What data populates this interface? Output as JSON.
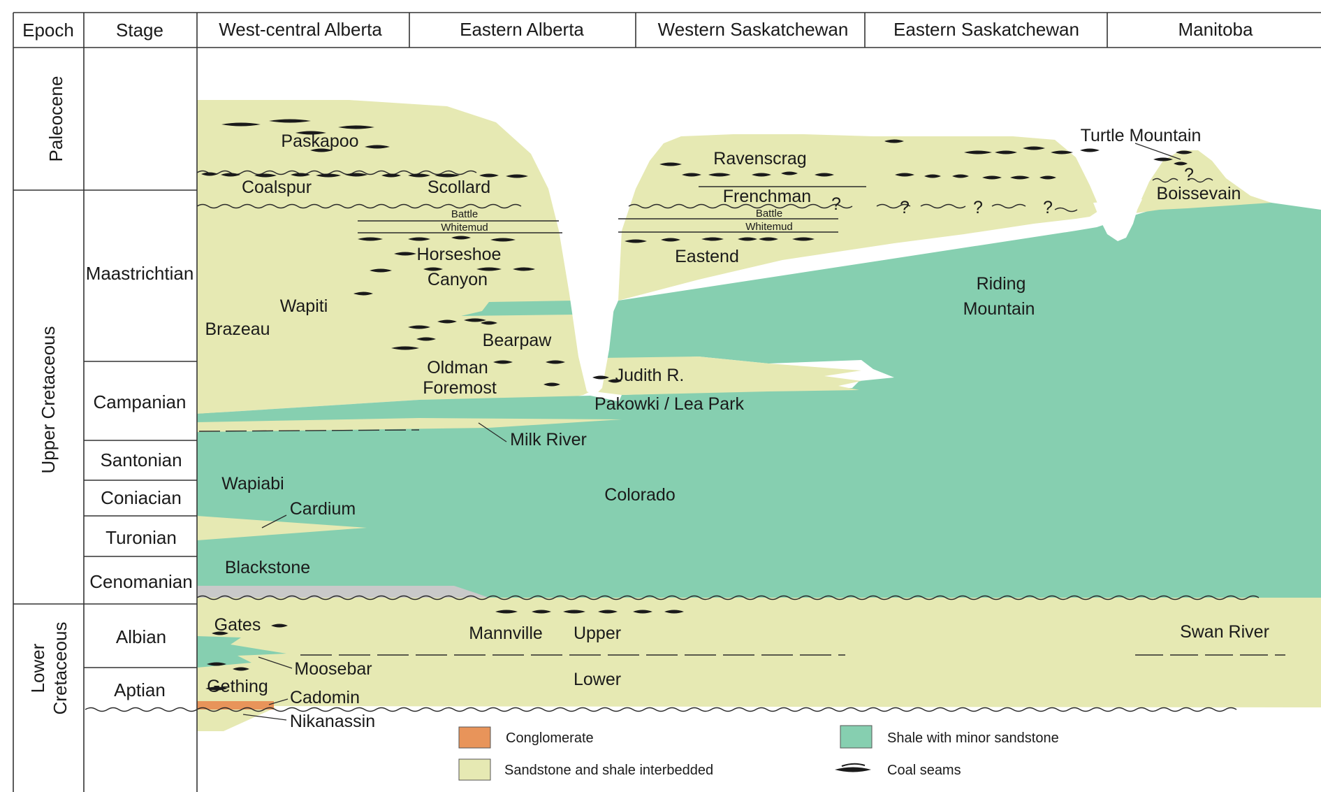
{
  "columns": {
    "epoch": "Epoch",
    "stage": "Stage",
    "regions": [
      "West-central Alberta",
      "Eastern Alberta",
      "Western Saskatchewan",
      "Eastern Saskatchewan",
      "Manitoba"
    ]
  },
  "epochs": {
    "paleocene": "Paleocene",
    "upper_cretaceous": "Upper Cretaceous",
    "lower_cretaceous_line1": "Lower",
    "lower_cretaceous_line2": "Cretaceous"
  },
  "stages": [
    "Maastrichtian",
    "Campanian",
    "Santonian",
    "Coniacian",
    "Turonian",
    "Cenomanian",
    "Albian",
    "Aptian"
  ],
  "units": {
    "paskapoo": "Paskapoo",
    "coalspur": "Coalspur",
    "scollard": "Scollard",
    "battle": "Battle",
    "whitemud": "Whitemud",
    "horseshoe": "Horseshoe",
    "canyon": "Canyon",
    "wapiti": "Wapiti",
    "brazeau": "Brazeau",
    "bearpaw": "Bearpaw",
    "oldman": "Oldman",
    "foremost": "Foremost",
    "judith_river": "Judith R.",
    "pakowki": "Pakowki / Lea Park",
    "milk_river": "Milk River",
    "ravenscrag": "Ravenscrag",
    "frenchman": "Frenchman",
    "eastend": "Eastend",
    "riding": "Riding",
    "mountain": "Mountain",
    "turtle_mountain": "Turtle Mountain",
    "boissevain": "Boissevain",
    "question": "?",
    "wapiabi": "Wapiabi",
    "cardium": "Cardium",
    "colorado": "Colorado",
    "blackstone": "Blackstone",
    "gates": "Gates",
    "mannville": "Mannville",
    "upper": "Upper",
    "lower": "Lower",
    "swan_river": "Swan River",
    "moosebar": "Moosebar",
    "gething": "Gething",
    "cadomin": "Cadomin",
    "nikanassin": "Nikanassin"
  },
  "legend": [
    {
      "label": "Conglomerate",
      "color": "#e8945a"
    },
    {
      "label": "Sandstone and shale interbedded",
      "color": "#e6e9b3"
    },
    {
      "label": "Shale with minor sandstone",
      "color": "#86cfb0"
    },
    {
      "label": "Coal seams",
      "color": "#1a1a1a"
    }
  ],
  "colors": {
    "sandstone": "#e6e9b3",
    "shale": "#86cfb0",
    "conglomerate": "#e8945a",
    "unconformity_gray": "#c9c9c9",
    "coal": "#1a1a1a"
  }
}
